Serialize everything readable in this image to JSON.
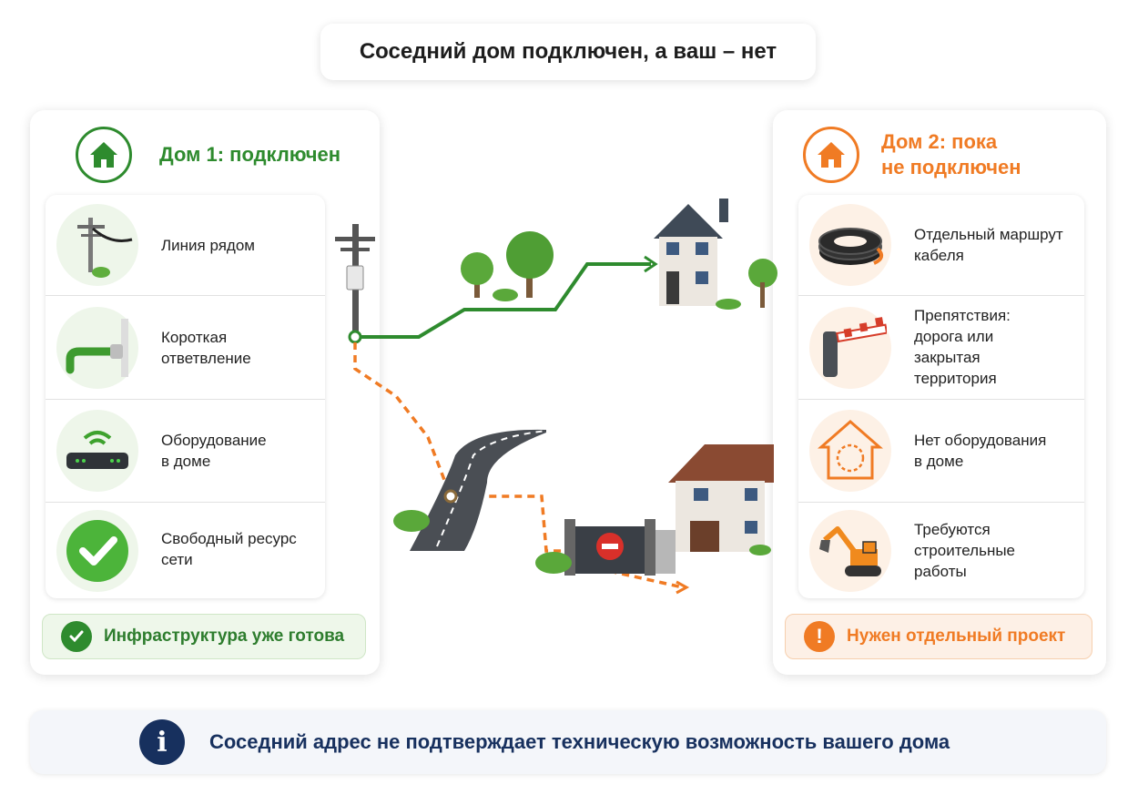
{
  "title": "Соседний дом подключен, а ваш – нет",
  "left_panel": {
    "heading": "Дом 1: подключен",
    "icon": "house-icon",
    "color": "#2e8b2e",
    "items": [
      {
        "label": "Линия рядом",
        "icon": "power-pole-icon"
      },
      {
        "label": "Короткая\nответвление",
        "icon": "pipe-branch-icon"
      },
      {
        "label": "Оборудование\nв доме",
        "icon": "router-icon"
      },
      {
        "label": "Свободный ресурс\nсети",
        "icon": "checkmark-icon"
      }
    ],
    "footer": "Инфраструктура уже готова"
  },
  "right_panel": {
    "heading_line1": "Дом 2: пока",
    "heading_line2": "не подключен",
    "icon": "house-icon",
    "color": "#f07b24",
    "items": [
      {
        "label": "Отдельный маршрут\nкабеля",
        "icon": "cable-coil-icon"
      },
      {
        "label": "Препятствия:\nдорога или\nзакрытая\nтерритория",
        "icon": "barrier-icon"
      },
      {
        "label": "Нет оборудования\nв доме",
        "icon": "empty-house-icon"
      },
      {
        "label": "Требуются\nстроительные\nработы",
        "icon": "excavator-icon"
      }
    ],
    "footer": "Нужен отдельный проект"
  },
  "bottom_note": "Соседний адрес не подтверждает техническую возможность вашего дома",
  "colors": {
    "green": "#2e8b2e",
    "orange": "#f07b24",
    "navy": "#17305e"
  }
}
